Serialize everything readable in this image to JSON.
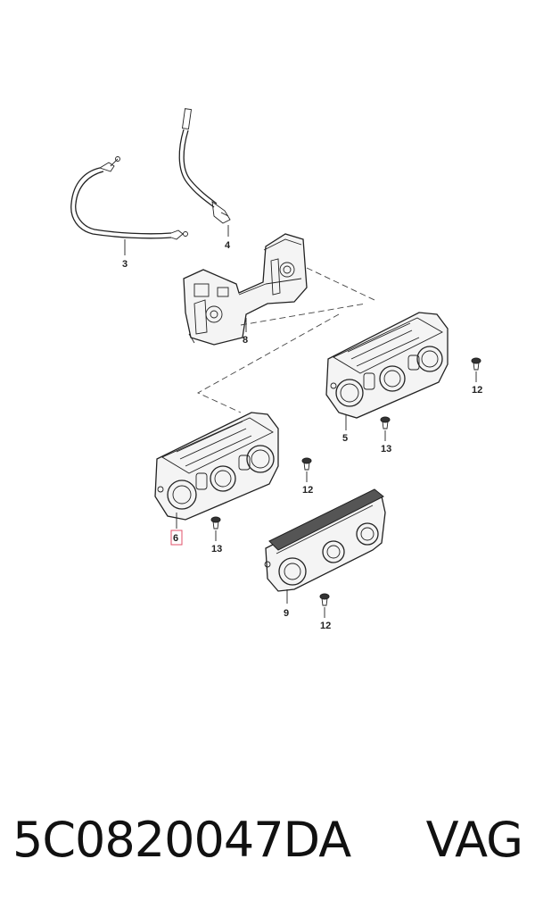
{
  "callouts": {
    "c3": "3",
    "c4": "4",
    "c8": "8",
    "c12a": "12",
    "c5": "5",
    "c13a": "13",
    "c12b": "12",
    "c6": "6",
    "c13b": "13",
    "c9": "9",
    "c12c": "12"
  },
  "highlight_color": "#e0506a",
  "footer": {
    "part_number": "5C0820047DA",
    "brand": "VAG"
  }
}
